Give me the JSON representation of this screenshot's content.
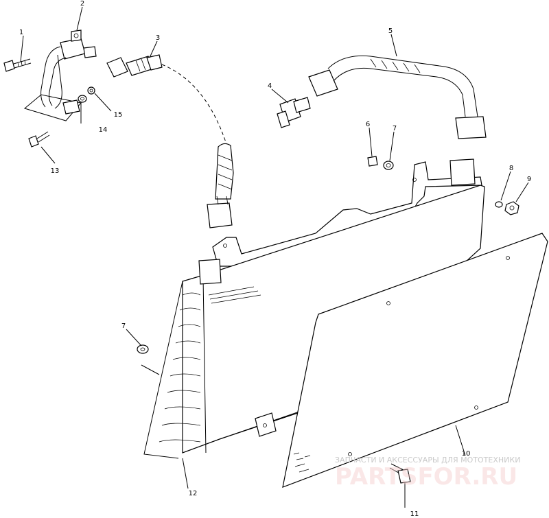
{
  "callouts": [
    {
      "id": "1",
      "text": "1"
    },
    {
      "id": "2",
      "text": "2"
    },
    {
      "id": "3",
      "text": "3"
    },
    {
      "id": "4",
      "text": "4"
    },
    {
      "id": "5",
      "text": "5"
    },
    {
      "id": "6",
      "text": "6"
    },
    {
      "id": "7a",
      "text": "7"
    },
    {
      "id": "7b",
      "text": "7"
    },
    {
      "id": "8",
      "text": "8"
    },
    {
      "id": "9",
      "text": "9"
    },
    {
      "id": "10",
      "text": "10"
    },
    {
      "id": "11",
      "text": "11"
    },
    {
      "id": "12",
      "text": "12"
    },
    {
      "id": "13",
      "text": "13"
    },
    {
      "id": "14",
      "text": "14"
    },
    {
      "id": "15",
      "text": "15"
    }
  ],
  "watermark": {
    "tagline": "ЗАПЧАСТИ И АКСЕССУАРЫ ДЛЯ МОТОТЕХНИКИ",
    "brand": "PARTSFOR.RU",
    "color": "#e07a7a"
  }
}
